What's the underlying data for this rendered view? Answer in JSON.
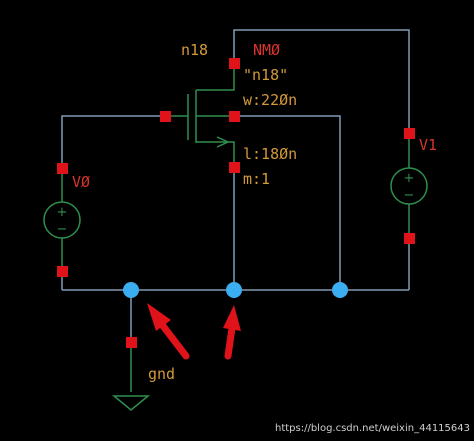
{
  "colors": {
    "background": "#000000",
    "wire": "#7f9bb3",
    "component": "#2f8f4e",
    "pin": "#e0121a",
    "net_dot": "#3aaef0",
    "annotation_arrow": "#e0121a",
    "inst_label": "#d8342a",
    "param_label": "#d39a3a"
  },
  "transistor": {
    "model": "n18",
    "instance": "NMØ",
    "model_quoted": "\"n18\"",
    "width": "w:22Øn",
    "length": "l:18Øn",
    "multiplier": "m:1"
  },
  "sources": {
    "left_name": "VØ",
    "right_name": "V1",
    "plus_symbol": "+",
    "minus_symbol": "−"
  },
  "ground": {
    "label": "gnd"
  },
  "watermark": "https://blog.csdn.net/weixin_44115643",
  "icons": [
    "ground-symbol-icon",
    "dc-voltage-source-icon",
    "nmos-transistor-icon",
    "arrow-icon"
  ]
}
